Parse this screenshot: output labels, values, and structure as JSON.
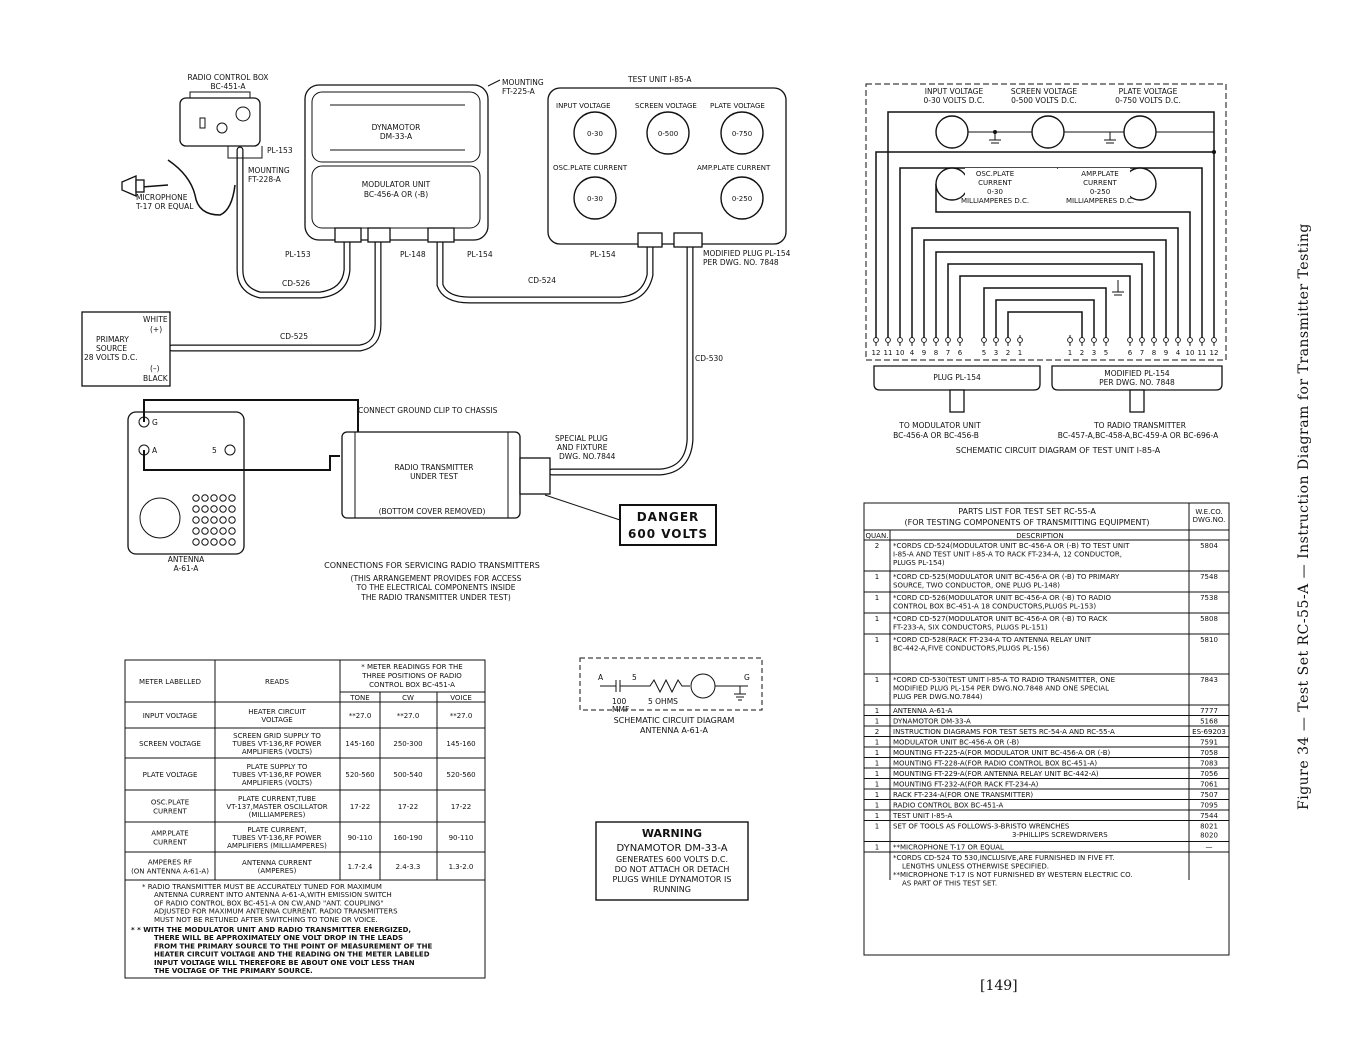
{
  "side_caption": "Figure 34 — Test Set RC-55-A — Instruction Diagram for Transmitter Testing",
  "page_number": "[149]",
  "connections": {
    "radio_control_box": [
      "RADIO CONTROL BOX",
      "BC-451-A"
    ],
    "microphone": [
      "MICROPHONE",
      "T-17 OR EQUAL"
    ],
    "mounting_ft225": [
      "MOUNTING",
      "FT-225-A"
    ],
    "mounting_ft228": [
      "MOUNTING",
      "FT-228-A"
    ],
    "pl153_top": "PL-153",
    "dynamotor": [
      "DYNAMOTOR",
      "DM-33-A"
    ],
    "modulator": [
      "MODULATOR UNIT",
      "BC-456-A OR (-B)"
    ],
    "test_unit": "TEST UNIT I-85-A",
    "input_voltage": "INPUT VOLTAGE",
    "screen_voltage": "SCREEN VOLTAGE",
    "plate_voltage": "PLATE VOLTAGE",
    "meter_0_30": "0-30",
    "meter_0_500": "0-500",
    "meter_0_750": "0-750",
    "osc_plate_current": "OSC.PLATE CURRENT",
    "amp_plate_current": "AMP.PLATE CURRENT",
    "meter_0_30b": "0-30",
    "meter_0_250": "0-250",
    "pl153": "PL-153",
    "pl148": "PL-148",
    "pl154": "PL-154",
    "pl154b": "PL-154",
    "modified_plug": [
      "MODIFIED PLUG PL-154",
      "PER DWG. NO. 7848"
    ],
    "cd526": "CD-526",
    "cd524": "CD-524",
    "cd525": "CD-525",
    "cd530": "CD-530",
    "primary_source": [
      "PRIMARY",
      "SOURCE",
      "28 VOLTS D.C."
    ],
    "white": "WHITE",
    "plus": "(+)",
    "minus": "(–)",
    "black": "BLACK",
    "ground_clip": "CONNECT GROUND CLIP TO CHASSIS",
    "g": "G",
    "a": "A",
    "five": "5",
    "antenna": [
      "ANTENNA",
      "A-61-A"
    ],
    "rt_under_test": [
      "RADIO TRANSMITTER",
      "UNDER TEST"
    ],
    "bottom_cover": "(BOTTOM COVER REMOVED)",
    "special_plug": [
      "SPECIAL PLUG",
      "AND FIXTURE",
      "DWG. NO.7844"
    ],
    "danger": [
      "DANGER",
      "600 VOLTS"
    ],
    "caption": [
      "CONNECTIONS FOR SERVICING RADIO TRANSMITTERS",
      "(THIS ARRANGEMENT PROVIDES FOR ACCESS",
      "TO THE ELECTRICAL COMPONENTS INSIDE",
      "THE RADIO TRANSMITTER UNDER TEST)"
    ]
  },
  "schematic": {
    "input_voltage": [
      "INPUT VOLTAGE",
      "0-30 VOLTS D.C."
    ],
    "screen_voltage": [
      "SCREEN VOLTAGE",
      "0-500 VOLTS D.C."
    ],
    "plate_voltage": [
      "PLATE VOLTAGE",
      "0-750 VOLTS D.C."
    ],
    "osc_plate": [
      "OSC.PLATE",
      "CURRENT",
      "0-30",
      "MILLIAMPERES D.C."
    ],
    "amp_plate": [
      "AMP.PLATE",
      "CURRENT",
      "0-250",
      "MILLIAMPERES D.C."
    ],
    "left_pins": [
      "12",
      "11",
      "10",
      "4",
      "9",
      "8",
      "7",
      "6",
      "5",
      "3",
      "2",
      "1"
    ],
    "right_pins": [
      "1",
      "2",
      "3",
      "5",
      "6",
      "7",
      "8",
      "9",
      "4",
      "10",
      "11",
      "12"
    ],
    "plug_left": "PLUG PL-154",
    "plug_right": [
      "MODIFIED PL-154",
      "PER DWG. NO. 7848"
    ],
    "to_modulator": [
      "TO MODULATOR UNIT",
      "BC-456-A OR BC-456-B"
    ],
    "to_radio": [
      "TO RADIO TRANSMITTER",
      "BC-457-A,BC-458-A,BC-459-A OR BC-696-A"
    ],
    "title": "SCHEMATIC CIRCUIT DIAGRAM OF TEST UNIT I-85-A"
  },
  "antenna_schematic": {
    "a": "A",
    "five": "5",
    "g": "G",
    "mmf": [
      "100",
      "MMF"
    ],
    "ohms": "5 OHMS",
    "title": [
      "SCHEMATIC CIRCUIT DIAGRAM",
      "ANTENNA A-61-A"
    ]
  },
  "warning": {
    "title": "WARNING",
    "line1": "DYNAMOTOR DM-33-A",
    "body": [
      "GENERATES 600 VOLTS D.C.",
      "DO NOT ATTACH OR DETACH",
      "PLUGS WHILE DYNAMOTOR IS",
      "RUNNING"
    ]
  },
  "meter_table": {
    "col_meter": "METER LABELLED",
    "col_reads": "READS",
    "col_readings": [
      "* METER READINGS FOR THE",
      "THREE POSITIONS OF RADIO",
      "CONTROL BOX BC-451-A"
    ],
    "sub_cols": [
      "TONE",
      "CW",
      "VOICE"
    ],
    "rows": [
      {
        "meter": [
          "INPUT VOLTAGE"
        ],
        "reads": [
          "HEATER CIRCUIT",
          "VOLTAGE"
        ],
        "tone": "**27.0",
        "cw": "**27.0",
        "voice": "**27.0"
      },
      {
        "meter": [
          "SCREEN VOLTAGE"
        ],
        "reads": [
          "SCREEN GRID SUPPLY TO",
          "TUBES VT-136,RF POWER",
          "AMPLIFIERS (VOLTS)"
        ],
        "tone": "145-160",
        "cw": "250-300",
        "voice": "145-160"
      },
      {
        "meter": [
          "PLATE VOLTAGE"
        ],
        "reads": [
          "PLATE SUPPLY TO",
          "TUBES VT-136,RF POWER",
          "AMPLIFIERS (VOLTS)"
        ],
        "tone": "520-560",
        "cw": "500-540",
        "voice": "520-560"
      },
      {
        "meter": [
          "OSC.PLATE",
          "CURRENT"
        ],
        "reads": [
          "PLATE CURRENT,TUBE",
          "VT-137,MASTER OSCILLATOR",
          "(MILLIAMPERES)"
        ],
        "tone": "17-22",
        "cw": "17-22",
        "voice": "17-22"
      },
      {
        "meter": [
          "AMP.PLATE",
          "CURRENT"
        ],
        "reads": [
          "PLATE CURRENT,",
          "TUBES VT-136,RF POWER",
          "AMPLIFIERS (MILLIAMPERES)"
        ],
        "tone": "90-110",
        "cw": "160-190",
        "voice": "90-110"
      },
      {
        "meter": [
          "AMPERES RF",
          "(ON ANTENNA A-61-A)"
        ],
        "reads": [
          "ANTENNA CURRENT",
          "(AMPERES)"
        ],
        "tone": "1.7-2.4",
        "cw": "2.4-3.3",
        "voice": "1.3-2.0"
      }
    ],
    "note1": [
      "* RADIO TRANSMITTER MUST BE ACCURATELY TUNED FOR MAXIMUM",
      "ANTENNA CURRENT INTO ANTENNA A-61-A,WITH EMISSION SWITCH",
      "OF RADIO CONTROL BOX BC-451-A ON CW,AND \"ANT. COUPLING\"",
      "ADJUSTED FOR MAXIMUM ANTENNA CURRENT. RADIO TRANSMITTERS",
      "MUST NOT BE RETUNED AFTER SWITCHING TO TONE OR VOICE."
    ],
    "note2": [
      "* * WITH THE MODULATOR UNIT AND RADIO TRANSMITTER ENERGIZED,",
      "THERE WILL BE APPROXIMATELY ONE VOLT DROP IN THE LEADS",
      "FROM THE PRIMARY SOURCE TO THE POINT OF MEASUREMENT OF THE",
      "HEATER CIRCUIT VOLTAGE AND THE READING ON THE METER LABELED",
      "INPUT VOLTAGE WILL THEREFORE BE ABOUT ONE VOLT LESS THAN",
      "THE VOLTAGE OF THE PRIMARY SOURCE."
    ]
  },
  "parts_list": {
    "title": [
      "PARTS LIST FOR TEST SET RC-55-A",
      "(FOR TESTING COMPONENTS OF TRANSMITTING EQUIPMENT)"
    ],
    "weco": [
      "W.E.CO.",
      "DWG.NO."
    ],
    "quan": "QUAN.",
    "description": "DESCRIPTION",
    "rows": [
      {
        "q": "2",
        "d": [
          "*CORDS CD-524(MODULATOR UNIT BC-456-A OR (-B) TO TEST UNIT",
          "I-85-A AND TEST UNIT I-85-A TO RACK FT-234-A, 12 CONDUCTOR,",
          "PLUGS PL-154)"
        ],
        "n": "5804"
      },
      {
        "q": "1",
        "d": [
          "*CORD CD-525(MODULATOR UNIT BC-456-A OR (-B) TO PRIMARY",
          "SOURCE, TWO CONDUCTOR, ONE PLUG PL-148)"
        ],
        "n": "7548"
      },
      {
        "q": "1",
        "d": [
          "*CORD CD-526(MODULATOR UNIT BC-456-A OR (-B) TO RADIO",
          "CONTROL BOX BC-451-A 18 CONDUCTORS,PLUGS PL-153)"
        ],
        "n": "7538"
      },
      {
        "q": "1",
        "d": [
          "*CORD CD-527(MODULATOR UNIT BC-456-A OR (-B) TO RACK",
          "FT-233-A, SIX CONDUCTORS, PLUGS PL-151)"
        ],
        "n": "5808"
      },
      {
        "q": "1",
        "d": [
          "*CORD CD-528(RACK FT-234-A TO ANTENNA RELAY UNIT",
          "BC-442-A,FIVE CONDUCTORS,PLUGS PL-156)",
          ""
        ],
        "n": "5810"
      },
      {
        "q": "1",
        "d": [
          "*CORD CD-530(TEST UNIT I-85-A TO RADIO TRANSMITTER, ONE",
          "MODIFIED PLUG PL-154 PER DWG.NO.7848 AND ONE SPECIAL",
          "PLUG PER DWG.NO.7844)"
        ],
        "n": "7843"
      },
      {
        "q": "1",
        "d": [
          "ANTENNA A-61-A"
        ],
        "n": "7777"
      },
      {
        "q": "1",
        "d": [
          "DYNAMOTOR DM-33-A"
        ],
        "n": "5168"
      },
      {
        "q": "2",
        "d": [
          "INSTRUCTION DIAGRAMS FOR TEST SETS RC-54-A AND RC-55-A"
        ],
        "n": "ES-69203"
      },
      {
        "q": "1",
        "d": [
          "MODULATOR UNIT BC-456-A OR (-B)"
        ],
        "n": "7591"
      },
      {
        "q": "1",
        "d": [
          "MOUNTING FT-225-A(FOR MODULATOR UNIT BC-456-A OR (-B)"
        ],
        "n": "7058"
      },
      {
        "q": "1",
        "d": [
          "MOUNTING FT-228-A(FOR RADIO CONTROL BOX BC-451-A)"
        ],
        "n": "7083"
      },
      {
        "q": "1",
        "d": [
          "MOUNTING FT-229-A(FOR ANTENNA RELAY UNIT BC-442-A)"
        ],
        "n": "7056"
      },
      {
        "q": "1",
        "d": [
          "MOUNTING FT-232-A(FOR RACK FT-234-A)"
        ],
        "n": "7061"
      },
      {
        "q": "1",
        "d": [
          "RACK FT-234-A(FOR ONE TRANSMITTER)"
        ],
        "n": "7507"
      },
      {
        "q": "1",
        "d": [
          "RADIO CONTROL BOX BC-451-A"
        ],
        "n": "7095"
      },
      {
        "q": "1",
        "d": [
          "TEST UNIT I-85-A"
        ],
        "n": "7544"
      },
      {
        "q": "1",
        "d": [
          "SET OF TOOLS AS FOLLOWS-3-BRISTO WRENCHES",
          "3-PHILLIPS SCREWDRIVERS"
        ],
        "n": "8021\n8020"
      },
      {
        "q": "1",
        "d": [
          "**MICROPHONE T-17 OR EQUAL"
        ],
        "n": "—"
      }
    ],
    "note": [
      "*CORDS CD-524 TO 530,INCLUSIVE,ARE FURNISHED IN FIVE FT.",
      "LENGTHS UNLESS OTHERWISE SPECIFIED.",
      "**MICROPHONE T-17 IS NOT FURNISHED BY WESTERN ELECTRIC CO.",
      "AS PART OF THIS TEST SET."
    ]
  }
}
